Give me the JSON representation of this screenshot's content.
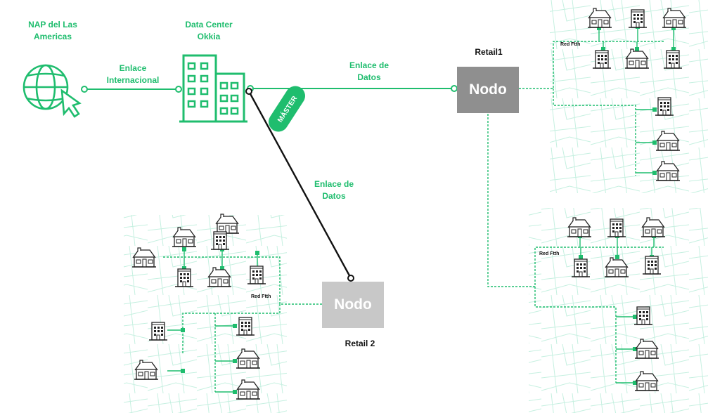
{
  "labels": {
    "nap": "NAP del Las\nAmericas",
    "datacenter": "Data Center\nOkkia",
    "enlace_internacional": "Enlace\nInternacional",
    "enlace_datos_1": "Enlace de\nDatos",
    "enlace_datos_2": "Enlace de\nDatos",
    "master": "MÁSTER",
    "retail1": "Retail1",
    "retail2": "Retail 2",
    "nodo1": "Nodo",
    "nodo2": "Nodo",
    "red_ftth_1": "Red Ftth",
    "red_ftth_2": "Red Ftth",
    "red_ftth_3": "Red Ftth"
  },
  "colors": {
    "accent": "#1fbd6e",
    "nodo1_fill": "#8f8f8f",
    "nodo2_fill": "#c8c8c8",
    "map_lines": "#bfeedd",
    "link_dark": "#111111"
  },
  "icons": {
    "nap": "globe-cursor-icon",
    "datacenter": "office-buildings-icon",
    "house": "house-icon",
    "apartment": "apartment-building-icon"
  }
}
